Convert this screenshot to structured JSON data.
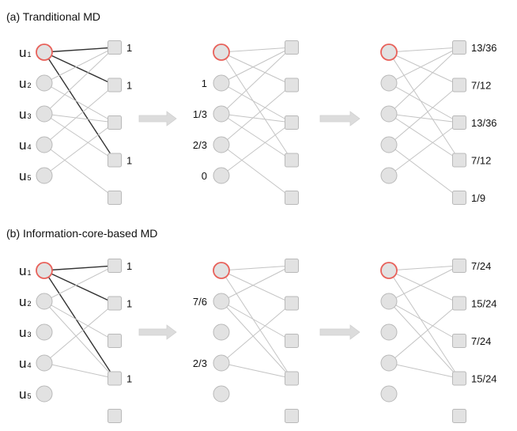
{
  "panels": [
    {
      "title": "(a) Tranditional MD",
      "user_labels": [
        "u1",
        "u2",
        "u3",
        "u4",
        "u5"
      ],
      "stages": [
        {
          "object_values": [
            "1",
            "1",
            "",
            "1",
            ""
          ],
          "user_values": [
            "",
            "",
            "",
            "",
            ""
          ]
        },
        {
          "object_values": [
            "",
            "",
            "",
            "",
            ""
          ],
          "user_values": [
            "",
            "1",
            "1/3",
            "2/3",
            "0"
          ]
        },
        {
          "object_values": [
            "13/36",
            "7/12",
            "13/36",
            "7/12",
            "1/9"
          ],
          "user_values": [
            "",
            "",
            "",
            "",
            ""
          ]
        }
      ],
      "edges": [
        [
          0,
          0
        ],
        [
          0,
          1
        ],
        [
          0,
          3
        ],
        [
          1,
          0
        ],
        [
          1,
          2
        ],
        [
          2,
          0
        ],
        [
          2,
          2
        ],
        [
          2,
          3
        ],
        [
          3,
          1
        ],
        [
          3,
          4
        ],
        [
          4,
          2
        ]
      ],
      "highlight_edges_stage1": [
        [
          0,
          0
        ],
        [
          0,
          1
        ],
        [
          0,
          3
        ]
      ]
    },
    {
      "title": "(b) Information-core-based  MD",
      "user_labels": [
        "u1",
        "u2",
        "u3",
        "u4",
        "u5"
      ],
      "stages": [
        {
          "object_values": [
            "1",
            "1",
            "",
            "1",
            ""
          ],
          "user_values": [
            "",
            "",
            "",
            "",
            ""
          ]
        },
        {
          "object_values": [
            "",
            "",
            "",
            "",
            ""
          ],
          "user_values": [
            "",
            "7/6",
            "",
            "2/3",
            ""
          ]
        },
        {
          "object_values": [
            "7/24",
            "15/24",
            "7/24",
            "15/24",
            ""
          ],
          "user_values": [
            "",
            "",
            "",
            "",
            ""
          ]
        }
      ],
      "edges": [
        [
          0,
          0
        ],
        [
          0,
          1
        ],
        [
          0,
          3
        ],
        [
          1,
          0
        ],
        [
          1,
          2
        ],
        [
          1,
          3
        ],
        [
          3,
          1
        ],
        [
          3,
          3
        ]
      ],
      "highlight_edges_stage1": [
        [
          0,
          0
        ],
        [
          0,
          1
        ],
        [
          0,
          3
        ]
      ]
    }
  ],
  "colors": {
    "node_fill": "#e2e2e2",
    "node_stroke": "#b9b9b9",
    "target_stroke": "#e8615a",
    "edge": "#c4c4c4",
    "edge_highlight": "#333333",
    "arrow": "#dcdcdc"
  }
}
